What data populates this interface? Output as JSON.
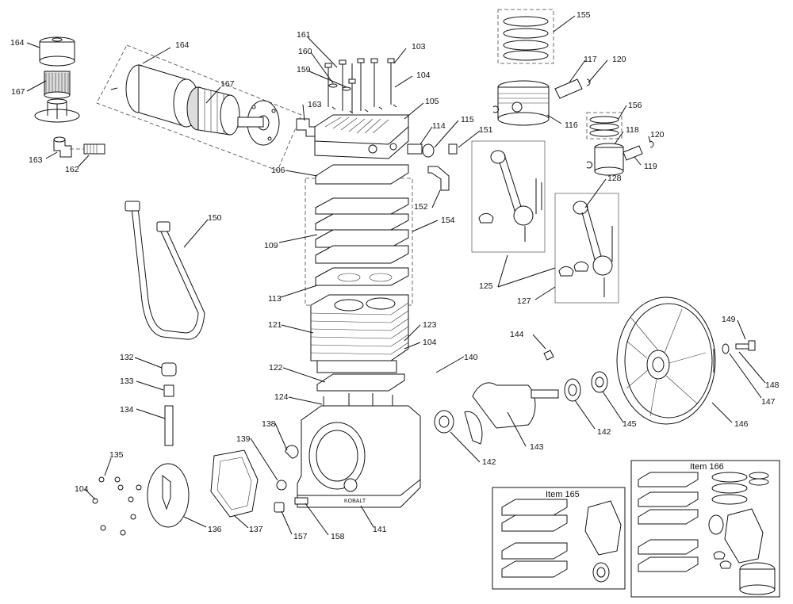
{
  "callouts": [
    {
      "id": "164a",
      "label": "164"
    },
    {
      "id": "164b",
      "label": "164"
    },
    {
      "id": "167a",
      "label": "167"
    },
    {
      "id": "167b",
      "label": "167"
    },
    {
      "id": "163a",
      "label": "163"
    },
    {
      "id": "163b",
      "label": "163"
    },
    {
      "id": "162",
      "label": "162"
    },
    {
      "id": "161",
      "label": "161"
    },
    {
      "id": "160",
      "label": "160"
    },
    {
      "id": "159",
      "label": "159"
    },
    {
      "id": "103",
      "label": "103"
    },
    {
      "id": "104a",
      "label": "104"
    },
    {
      "id": "105",
      "label": "105"
    },
    {
      "id": "114",
      "label": "114"
    },
    {
      "id": "115",
      "label": "115"
    },
    {
      "id": "151",
      "label": "151"
    },
    {
      "id": "155",
      "label": "155"
    },
    {
      "id": "117",
      "label": "117"
    },
    {
      "id": "120a",
      "label": "120"
    },
    {
      "id": "116",
      "label": "116"
    },
    {
      "id": "156",
      "label": "156"
    },
    {
      "id": "118",
      "label": "118"
    },
    {
      "id": "120b",
      "label": "120"
    },
    {
      "id": "119",
      "label": "119"
    },
    {
      "id": "128",
      "label": "128"
    },
    {
      "id": "106",
      "label": "106"
    },
    {
      "id": "152",
      "label": "152"
    },
    {
      "id": "154",
      "label": "154"
    },
    {
      "id": "150",
      "label": "150"
    },
    {
      "id": "109",
      "label": "109"
    },
    {
      "id": "113",
      "label": "113"
    },
    {
      "id": "125",
      "label": "125"
    },
    {
      "id": "127",
      "label": "127"
    },
    {
      "id": "121",
      "label": "121"
    },
    {
      "id": "123",
      "label": "123"
    },
    {
      "id": "104b",
      "label": "104"
    },
    {
      "id": "144",
      "label": "144"
    },
    {
      "id": "149",
      "label": "149"
    },
    {
      "id": "132",
      "label": "132"
    },
    {
      "id": "140",
      "label": "140"
    },
    {
      "id": "122",
      "label": "122"
    },
    {
      "id": "133",
      "label": "133"
    },
    {
      "id": "148",
      "label": "148"
    },
    {
      "id": "147",
      "label": "147"
    },
    {
      "id": "124",
      "label": "124"
    },
    {
      "id": "134",
      "label": "134"
    },
    {
      "id": "138",
      "label": "138"
    },
    {
      "id": "143",
      "label": "143"
    },
    {
      "id": "142a",
      "label": "142"
    },
    {
      "id": "145",
      "label": "145"
    },
    {
      "id": "146",
      "label": "146"
    },
    {
      "id": "142b",
      "label": "142"
    },
    {
      "id": "139",
      "label": "139"
    },
    {
      "id": "135",
      "label": "135"
    },
    {
      "id": "104c",
      "label": "104"
    },
    {
      "id": "136",
      "label": "136"
    },
    {
      "id": "137",
      "label": "137"
    },
    {
      "id": "157",
      "label": "157"
    },
    {
      "id": "158",
      "label": "158"
    },
    {
      "id": "141",
      "label": "141"
    }
  ],
  "kits": {
    "item165": "Item 165",
    "item166": "Item 166"
  },
  "crankcase_stamp": "KOBALT"
}
